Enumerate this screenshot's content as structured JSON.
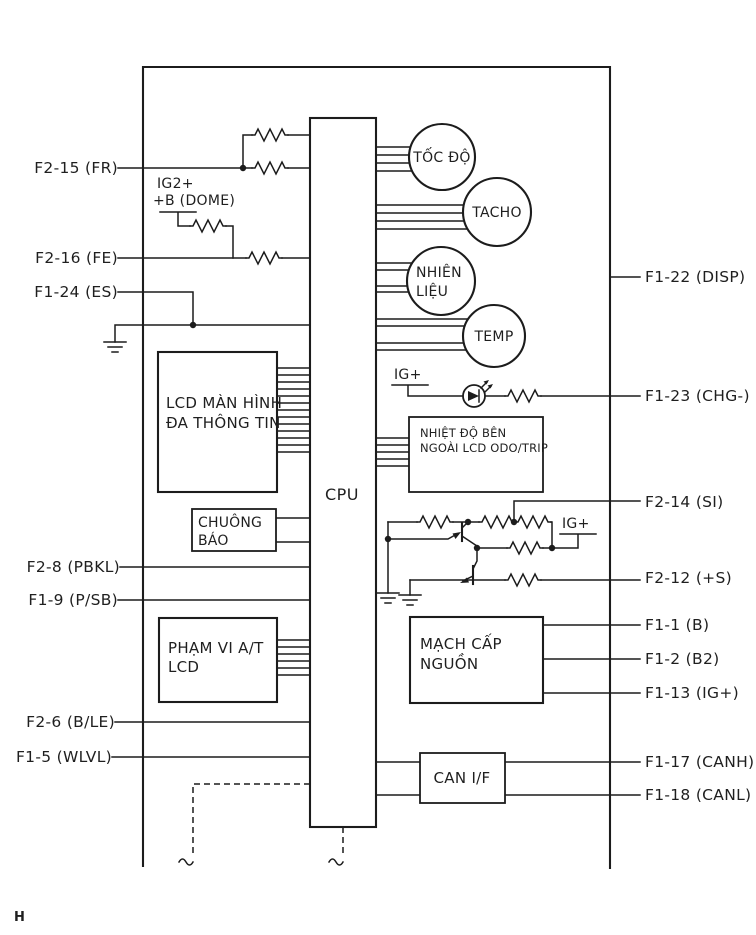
{
  "figure": {
    "corner_mark": "H"
  },
  "pins": {
    "left": [
      {
        "label": "F2-15 (FR)"
      },
      {
        "label": "F2-16 (FE)"
      },
      {
        "label": "F1-24 (ES)"
      },
      {
        "label": "F2-8 (PBKL)"
      },
      {
        "label": "F1-9 (P/SB)"
      },
      {
        "label": "F2-6 (B/LE)"
      },
      {
        "label": "F1-5 (WLVL)"
      }
    ],
    "right": [
      {
        "label": "F1-22 (DISP)"
      },
      {
        "label": "F1-23 (CHG-)"
      },
      {
        "label": "F2-14 (SI)"
      },
      {
        "label": "F2-12 (+S)"
      },
      {
        "label": "F1-1 (B)"
      },
      {
        "label": "F1-2 (B2)"
      },
      {
        "label": "F1-13 (IG+)"
      },
      {
        "label": "F1-17 (CANH)"
      },
      {
        "label": "F1-18 (CANL)"
      }
    ]
  },
  "blocks": {
    "cpu": "CPU",
    "lcd_multi_info": {
      "line1": "LCD MÀN HÌNH",
      "line2": "ĐA THÔNG TIN"
    },
    "chime": {
      "line1": "CHUÔNG",
      "line2": "BÁO"
    },
    "at_range": {
      "line1": "PHẠM VI A/T",
      "line2": "LCD"
    },
    "outside_temp": {
      "line1": "NHIỆT ĐỘ BÊN",
      "line2": "NGOÀI LCD ODO/TRIP"
    },
    "power_supply": {
      "line1": "MẠCH CẤP",
      "line2": "NGUỒN"
    },
    "can_if": "CAN I/F"
  },
  "gauges": {
    "speed": "TỐC ĐỘ",
    "tacho": "TACHO",
    "fuel_line1": "NHIÊN",
    "fuel_line2": "LIỆU",
    "temp": "TEMP"
  },
  "power_labels": {
    "ig2": "IG2+",
    "b_dome": "+B (DOME)",
    "ig_led": "IG+",
    "ig_transistor": "IG+"
  },
  "colors": {
    "line": "#1c1c1c",
    "background": "#ffffff"
  }
}
